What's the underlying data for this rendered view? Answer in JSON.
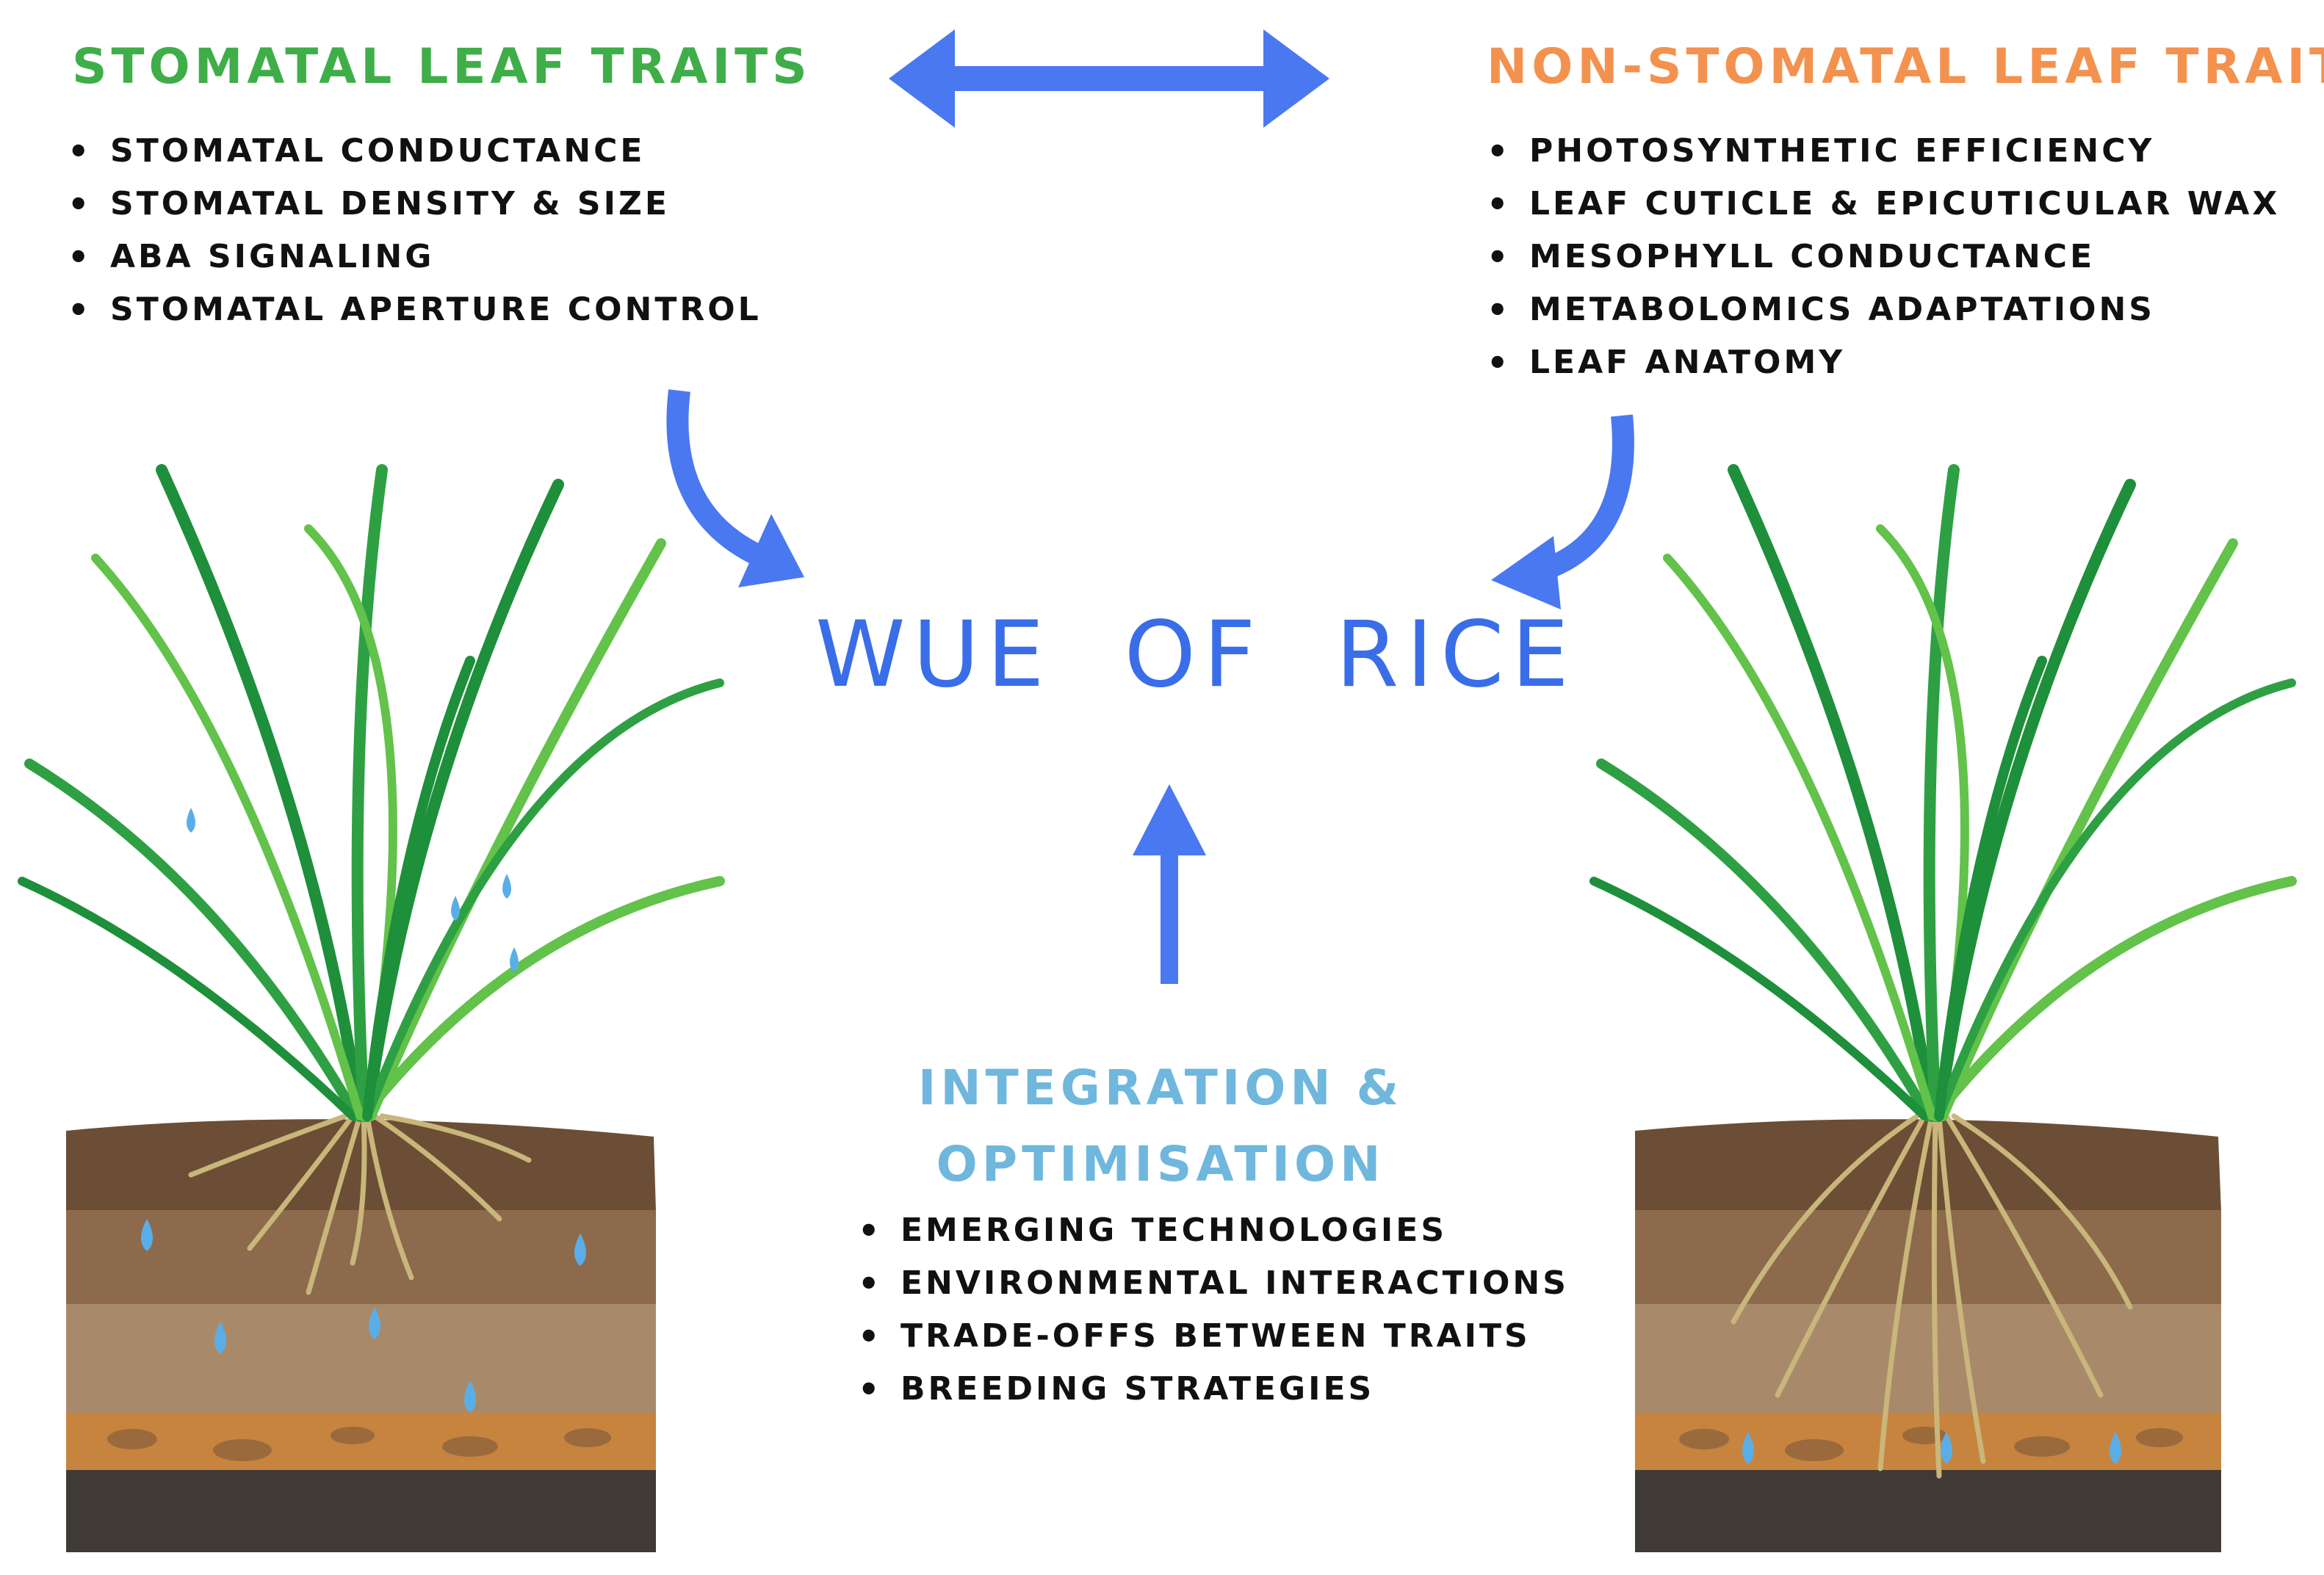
{
  "colors": {
    "stomatal_heading": "#3fae49",
    "nonstomatal_heading": "#f3924f",
    "wue_title": "#3a6ee8",
    "integration_heading": "#6fb7dd",
    "arrow": "#4a78f0",
    "leaf_dark": "#1e8f3a",
    "leaf_light": "#62c24a",
    "root": "#c9b67a",
    "water": "#5aaee8"
  },
  "stomatal": {
    "title": "STOMATAL LEAF TRAITS",
    "items": [
      "STOMATAL CONDUCTANCE",
      "STOMATAL DENSITY & SIZE",
      "ABA SIGNALING",
      "STOMATAL APERTURE CONTROL"
    ]
  },
  "nonstomatal": {
    "title": "NON-STOMATAL LEAF TRAITS",
    "items": [
      "PHOTOSYNTHETIC EFFICIENCY",
      "LEAF CUTICLE & EPICUTICULAR WAX",
      "MESOPHYLL CONDUCTANCE",
      "METABOLOMICS ADAPTATIONS",
      "LEAF ANATOMY"
    ]
  },
  "center": {
    "title": "WUE  OF  RICE"
  },
  "integration": {
    "title_line1": "INTEGRATION &",
    "title_line2": "OPTIMISATION",
    "items": [
      "EMERGING TECHNOLOGIES",
      "ENVIRONMENTAL INTERACTIONS",
      "TRADE-OFFS BETWEEN TRAITS",
      "BREEDING STRATEGIES"
    ]
  }
}
